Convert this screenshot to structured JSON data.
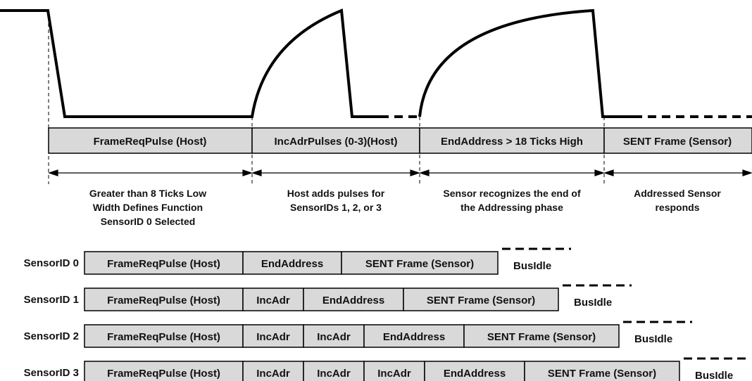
{
  "waveform": {
    "segments": [
      "FrameReqPulse (Host)",
      "IncAdrPulses (0-3)(Host)",
      "EndAddress > 18 Ticks High",
      "SENT Frame (Sensor)"
    ],
    "descriptions": [
      [
        "Greater than 8 Ticks Low",
        "Width Defines Function",
        "SensorID 0 Selected"
      ],
      [
        "Host adds pulses for",
        "SensorIDs 1, 2, or 3"
      ],
      [
        "Sensor recognizes the end of",
        "the Addressing phase"
      ],
      [
        "Addressed Sensor",
        "responds"
      ]
    ]
  },
  "rows": [
    {
      "label": "SensorID 0",
      "cells": [
        "FrameReqPulse (Host)",
        "EndAddress",
        "SENT Frame (Sensor)"
      ],
      "idle": "BusIdle"
    },
    {
      "label": "SensorID 1",
      "cells": [
        "FrameReqPulse (Host)",
        "IncAdr",
        "EndAddress",
        "SENT Frame (Sensor)"
      ],
      "idle": "BusIdle"
    },
    {
      "label": "SensorID 2",
      "cells": [
        "FrameReqPulse (Host)",
        "IncAdr",
        "IncAdr",
        "EndAddress",
        "SENT Frame (Sensor)"
      ],
      "idle": "BusIdle"
    },
    {
      "label": "SensorID 3",
      "cells": [
        "FrameReqPulse (Host)",
        "IncAdr",
        "IncAdr",
        "IncAdr",
        "EndAddress",
        "SENT Frame (Sensor)"
      ],
      "idle": "BusIdle"
    }
  ],
  "colors": {
    "box_fill": "#d9d9d9",
    "line": "#000000"
  }
}
